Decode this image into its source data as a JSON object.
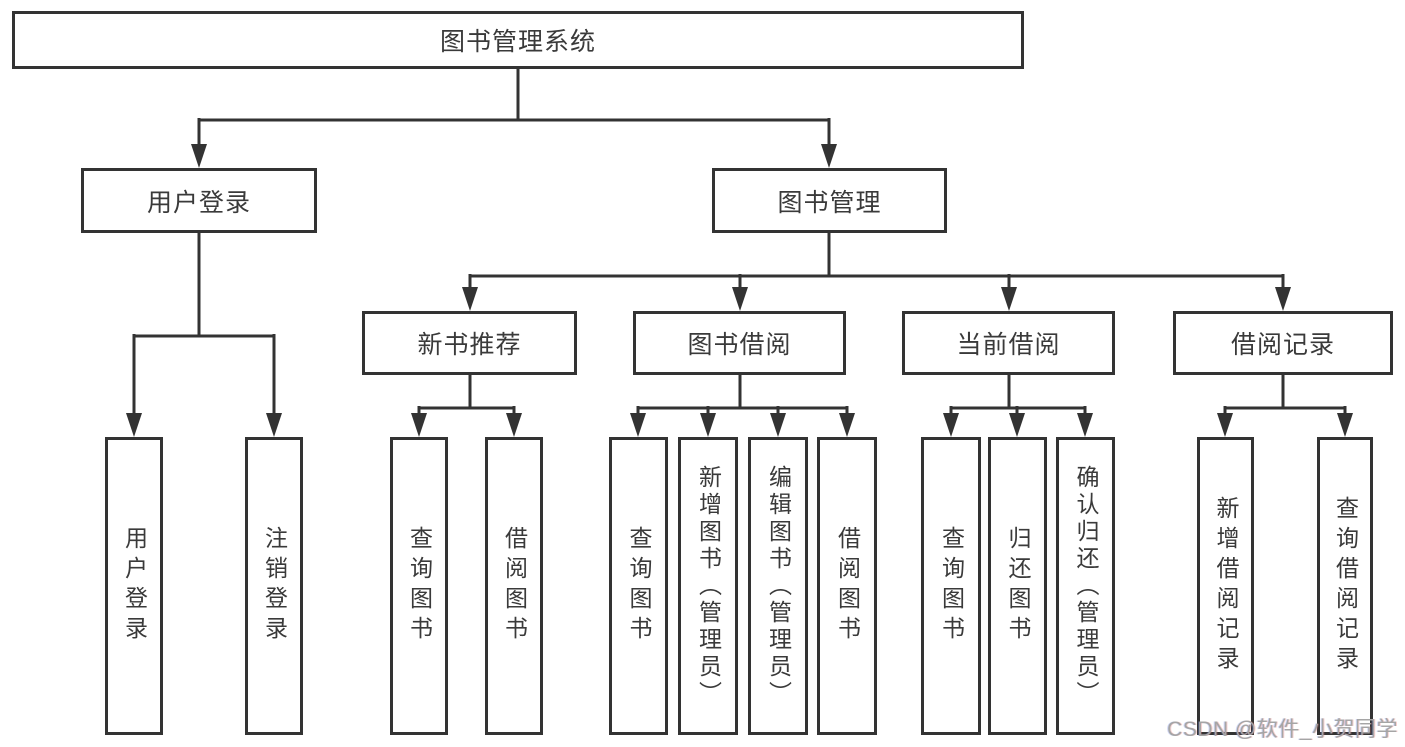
{
  "diagram": {
    "type": "tree-structure-diagram",
    "colors": {
      "line": "#333333",
      "box_border": "#333333",
      "box_fill": "#ffffff",
      "text": "#3a3a3a",
      "background": "#ffffff",
      "watermark_text_color": "#a5a5a5"
    },
    "watermark": "CSDN @软件_小贺同学",
    "tree": {
      "label": "图书管理系统",
      "children": [
        {
          "label": "用户登录",
          "children": [
            {
              "label": "用户登录"
            },
            {
              "label": "注销登录"
            }
          ]
        },
        {
          "label": "图书管理",
          "children": [
            {
              "label": "新书推荐",
              "children": [
                {
                  "label": "查询图书"
                },
                {
                  "label": "借阅图书"
                }
              ]
            },
            {
              "label": "图书借阅",
              "children": [
                {
                  "label": "查询图书"
                },
                {
                  "label": "新增图书（管理员）"
                },
                {
                  "label": "编辑图书（管理员）"
                },
                {
                  "label": "借阅图书"
                }
              ]
            },
            {
              "label": "当前借阅",
              "children": [
                {
                  "label": "查询图书"
                },
                {
                  "label": "归还图书"
                },
                {
                  "label": "确认归还（管理员）"
                }
              ]
            },
            {
              "label": "借阅记录",
              "children": [
                {
                  "label": "新增借阅记录"
                },
                {
                  "label": "查询借阅记录"
                }
              ]
            }
          ]
        }
      ]
    }
  }
}
